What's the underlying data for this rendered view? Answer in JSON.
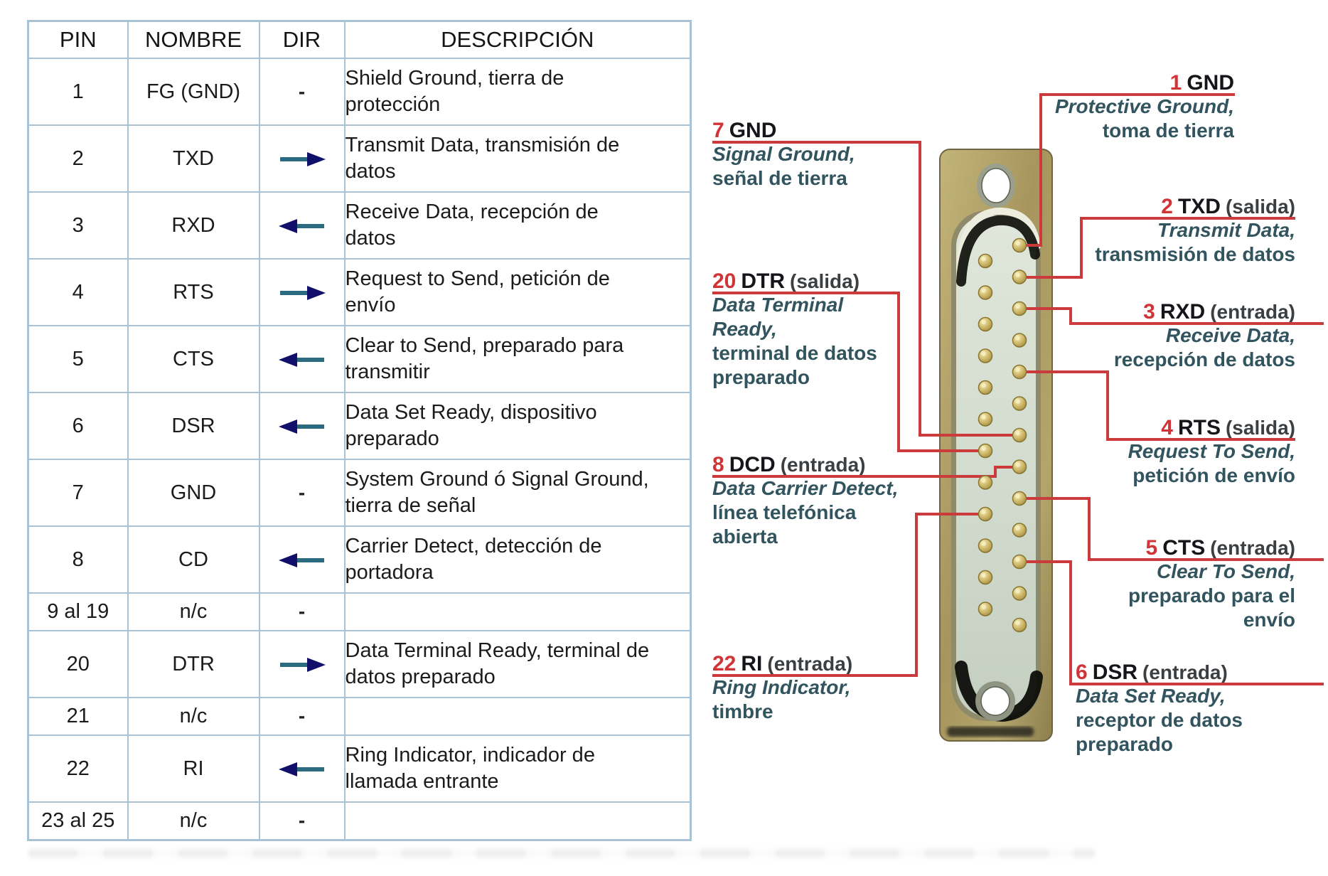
{
  "table": {
    "headers": [
      "PIN",
      "NOMBRE",
      "DIR",
      "DESCRIPCIÓN"
    ],
    "dash": "-",
    "rows": [
      {
        "pin": "1",
        "nombre": "FG (GND)",
        "dir": "none",
        "descripcion": [
          "Shield Ground, tierra de",
          "protección"
        ]
      },
      {
        "pin": "2",
        "nombre": "TXD",
        "dir": "right",
        "descripcion": [
          "Transmit Data, transmisión de",
          "datos"
        ]
      },
      {
        "pin": "3",
        "nombre": "RXD",
        "dir": "left",
        "descripcion": [
          "Receive Data, recepción de",
          "datos"
        ]
      },
      {
        "pin": "4",
        "nombre": "RTS",
        "dir": "right",
        "descripcion": [
          "Request to Send, petición de",
          "envío"
        ]
      },
      {
        "pin": "5",
        "nombre": "CTS",
        "dir": "left",
        "descripcion": [
          "Clear to Send, preparado para",
          "transmitir"
        ]
      },
      {
        "pin": "6",
        "nombre": "DSR",
        "dir": "left",
        "descripcion": [
          "Data Set Ready, dispositivo",
          "preparado"
        ]
      },
      {
        "pin": "7",
        "nombre": "GND",
        "dir": "none",
        "descripcion": [
          "System Ground ó Signal Ground,",
          "tierra de señal"
        ]
      },
      {
        "pin": "8",
        "nombre": "CD",
        "dir": "left",
        "descripcion": [
          "Carrier Detect, detección de",
          "portadora"
        ]
      },
      {
        "pin": "9 al 19",
        "nombre": "n/c",
        "dir": "none",
        "descripcion": []
      },
      {
        "pin": "20",
        "nombre": "DTR",
        "dir": "right",
        "descripcion": [
          "Data Terminal Ready, terminal de",
          "datos preparado"
        ]
      },
      {
        "pin": "21",
        "nombre": "n/c",
        "dir": "none",
        "descripcion": []
      },
      {
        "pin": "22",
        "nombre": "RI",
        "dir": "left",
        "descripcion": [
          "Ring Indicator, indicador de",
          "llamada entrante"
        ]
      },
      {
        "pin": "23 al 25",
        "nombre": "n/c",
        "dir": "none",
        "descripcion": []
      }
    ]
  },
  "diagram": {
    "labels": [
      {
        "id": "gnd1",
        "pin_number": "1",
        "signal": "GND",
        "direction": "",
        "english_lines": [
          "Protective Ground,"
        ],
        "spanish_lines": [
          "toma de tierra"
        ]
      },
      {
        "id": "txd2",
        "pin_number": "2",
        "signal": "TXD",
        "direction": "(salida)",
        "english_lines": [
          "Transmit Data,"
        ],
        "spanish_lines": [
          "transmisión de datos"
        ]
      },
      {
        "id": "rxd3",
        "pin_number": "3",
        "signal": "RXD",
        "direction": "(entrada)",
        "english_lines": [
          "Receive Data,"
        ],
        "spanish_lines": [
          "recepción de datos"
        ]
      },
      {
        "id": "rts4",
        "pin_number": "4",
        "signal": "RTS",
        "direction": "(salida)",
        "english_lines": [
          "Request To Send,"
        ],
        "spanish_lines": [
          "petición de envío"
        ]
      },
      {
        "id": "cts5",
        "pin_number": "5",
        "signal": "CTS",
        "direction": "(entrada)",
        "english_lines": [
          "Clear To Send,"
        ],
        "spanish_lines": [
          "preparado para el",
          "envío"
        ]
      },
      {
        "id": "dsr6",
        "pin_number": "6",
        "signal": "DSR",
        "direction": "(entrada)",
        "english_lines": [
          "Data Set Ready,"
        ],
        "spanish_lines": [
          "receptor de datos",
          "preparado"
        ]
      },
      {
        "id": "gnd7",
        "pin_number": "7",
        "signal": "GND",
        "direction": "",
        "english_lines": [
          "Signal Ground,"
        ],
        "spanish_lines": [
          "señal de tierra"
        ]
      },
      {
        "id": "dtr20",
        "pin_number": "20",
        "signal": "DTR",
        "direction": "(salida)",
        "english_lines": [
          "Data Terminal",
          "Ready,"
        ],
        "spanish_lines": [
          "terminal de datos",
          "preparado"
        ]
      },
      {
        "id": "dcd8",
        "pin_number": "8",
        "signal": "DCD",
        "direction": "(entrada)",
        "english_lines": [
          "Data Carrier Detect,"
        ],
        "spanish_lines": [
          "línea telefónica",
          "abierta"
        ]
      },
      {
        "id": "ri22",
        "pin_number": "22",
        "signal": "RI",
        "direction": "(entrada)",
        "english_lines": [
          "Ring Indicator,"
        ],
        "spanish_lines": [
          "timbre"
        ]
      }
    ]
  },
  "colors": {
    "table_border": "#a9c3d6",
    "leader_red": "#cb3b3c",
    "pin_number_red": "#d03437",
    "label_teal": "#32545e",
    "arrow_shaft": "#2b6b80",
    "arrow_head": "#10106a"
  }
}
